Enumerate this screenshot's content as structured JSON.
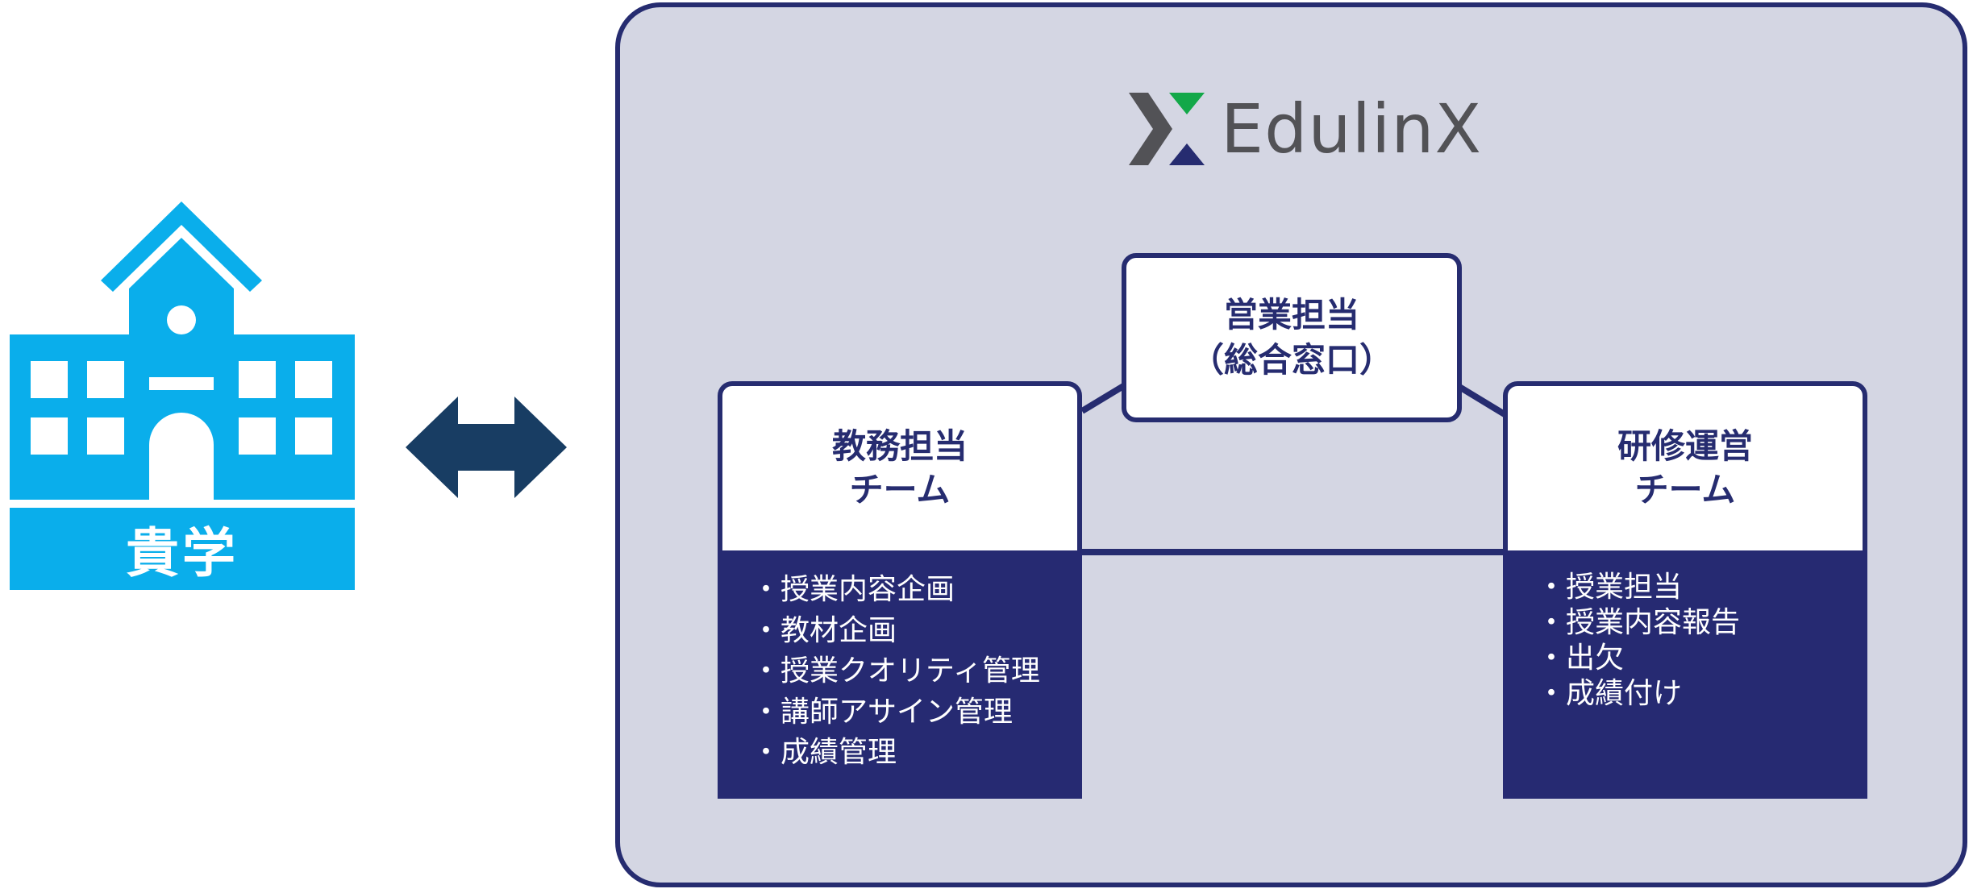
{
  "school": {
    "label": "貴学",
    "color": "#0aaeeb"
  },
  "arrow": {
    "icon": "double-arrow-icon",
    "color": "#183d63"
  },
  "panel": {
    "border_color": "#262c70",
    "background": "#d4d6e3",
    "logo": {
      "text": "EdulinX",
      "icon": "edulinx-logo-icon",
      "accent_green": "#13a849",
      "accent_navy": "#262c70",
      "dark": "#525256"
    }
  },
  "sales": {
    "line1": "営業担当",
    "line2": "（総合窓口）"
  },
  "teams": [
    {
      "title_line1": "教務担当",
      "title_line2": "チーム",
      "tasks": [
        "授業内容企画",
        "教材企画",
        "授業クオリティ管理",
        "講師アサイン管理",
        "成績管理"
      ]
    },
    {
      "title_line1": "研修運営",
      "title_line2": "チーム",
      "tasks": [
        "授業担当",
        "授業内容報告",
        "出欠",
        "成績付け"
      ]
    }
  ]
}
